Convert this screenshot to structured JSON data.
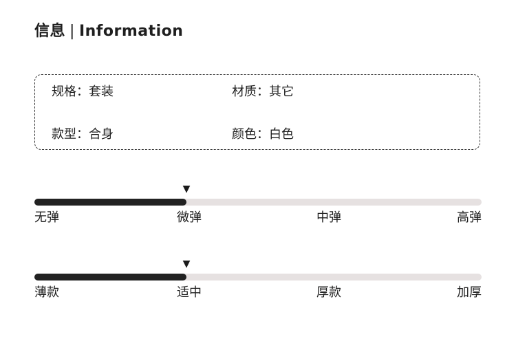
{
  "header": {
    "title_cn": "信息",
    "separator": "|",
    "title_en": "Information"
  },
  "specs": [
    {
      "key": "规格：",
      "value": "套装"
    },
    {
      "key": "材质：",
      "value": "其它"
    },
    {
      "key": "款型：",
      "value": "合身"
    },
    {
      "key": "颜色：",
      "value": "白色"
    }
  ],
  "scales": [
    {
      "labels": [
        "无弹",
        "微弹",
        "中弹",
        "高弹"
      ],
      "selected_index": 1,
      "level": 0.34
    },
    {
      "labels": [
        "薄款",
        "适中",
        "厚款",
        "加厚"
      ],
      "selected_index": 1,
      "level": 0.34
    }
  ],
  "marker_glyph": "▼",
  "colors": {
    "fill": "#222222",
    "track": "#e6e1e1",
    "border": "#333333"
  }
}
